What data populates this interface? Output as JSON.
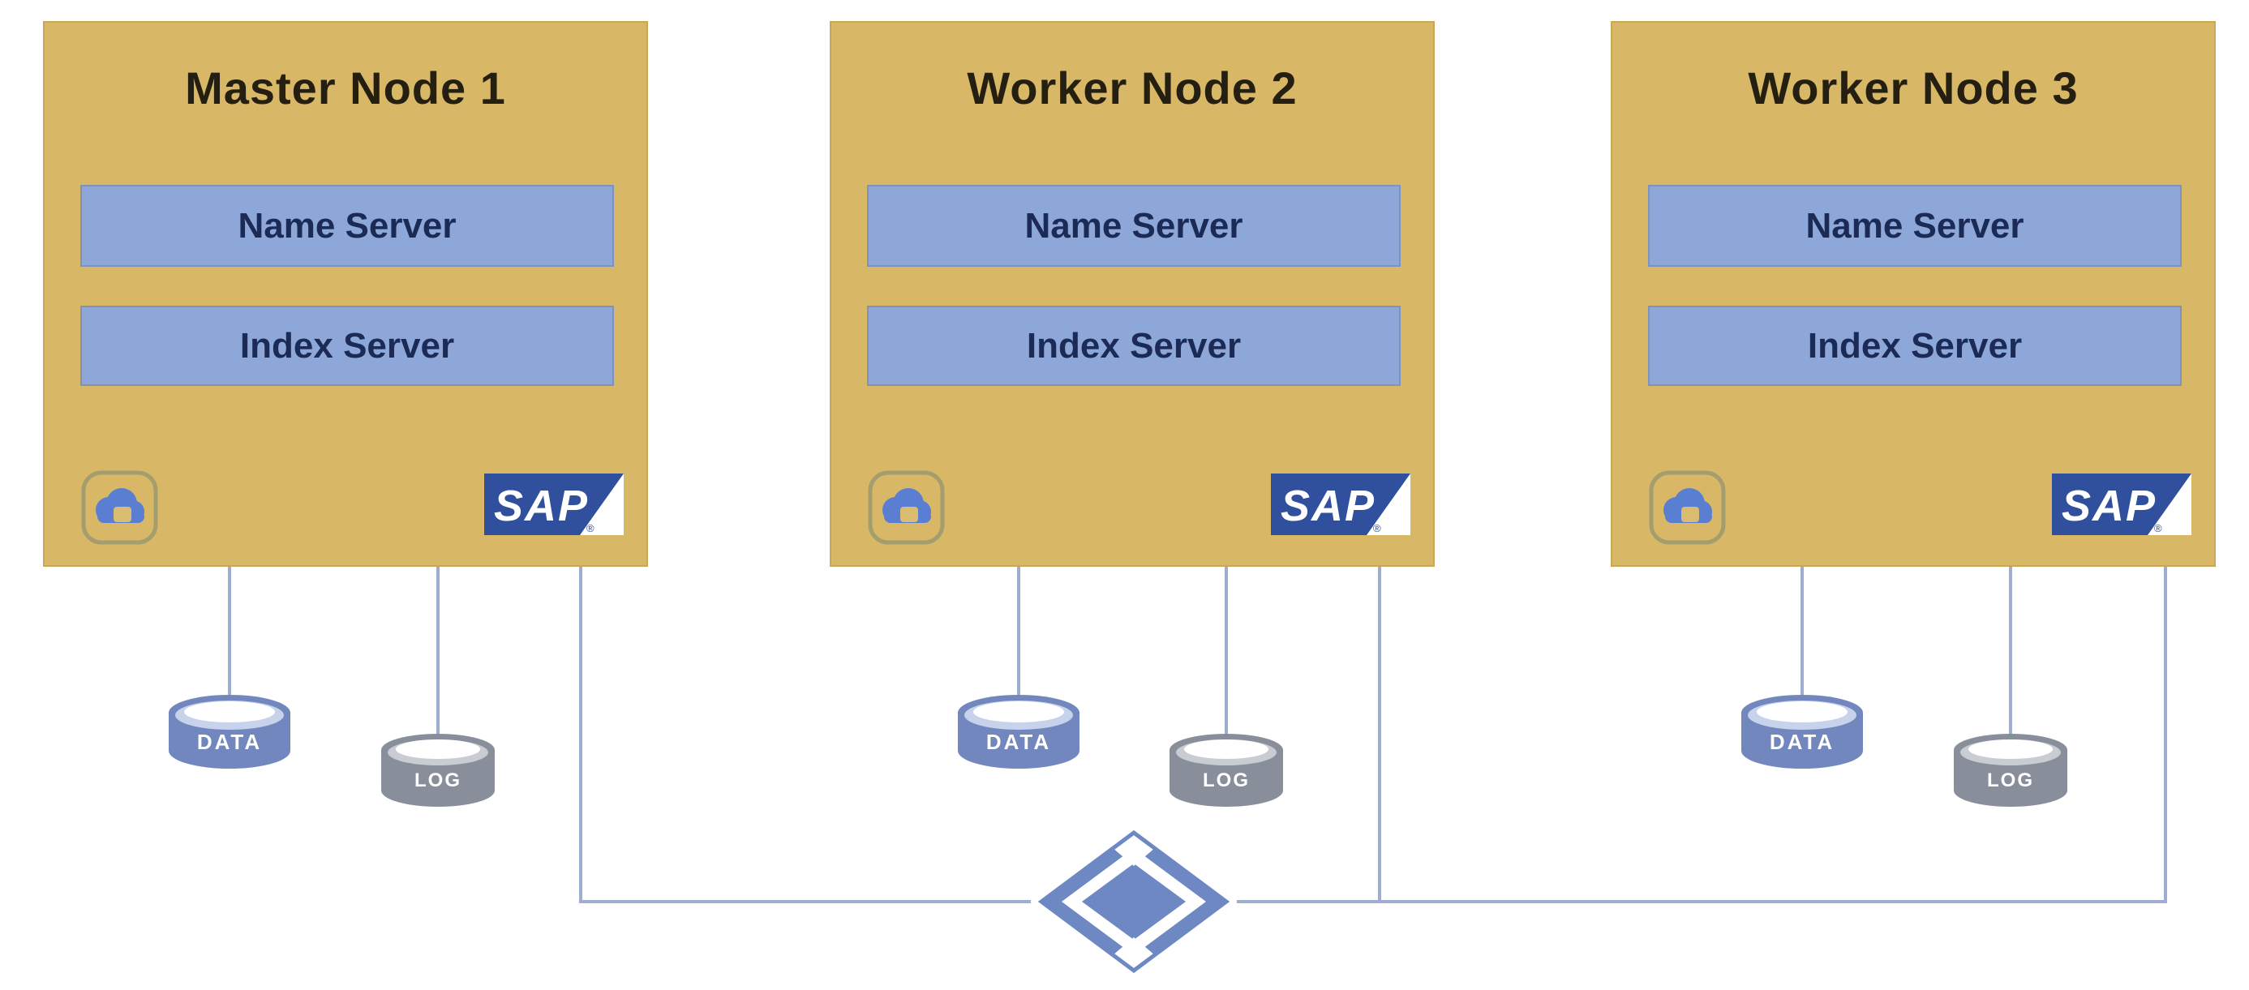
{
  "nodes": [
    {
      "title": "Master Node 1",
      "servers": [
        "Name Server",
        "Index Server"
      ]
    },
    {
      "title": "Worker Node 2",
      "servers": [
        "Name Server",
        "Index Server"
      ]
    },
    {
      "title": "Worker Node 3",
      "servers": [
        "Name Server",
        "Index Server"
      ]
    }
  ],
  "storage": {
    "data_label": "DATA",
    "log_label": "LOG"
  },
  "branding": {
    "sap_text": "SAP",
    "sap_registered": "®"
  },
  "icons": {
    "cloud": "cloud-icon",
    "data_cylinder": "data-volume-cylinder-icon",
    "log_cylinder": "log-volume-cylinder-icon",
    "interconnect": "interconnect-diamond-icon"
  },
  "colors": {
    "node_fill": "#d8b866",
    "server_fill": "#8ca7d8",
    "server_text": "#1c2b55",
    "title_text": "#251f12",
    "connector_line": "#9fadd0",
    "data_cylinder": "#7187bd",
    "log_cylinder": "#898e9b",
    "interconnect_diamond": "#6e88c4",
    "sap_blue": "#30509e",
    "cloud_blue": "#5a7fd2"
  }
}
